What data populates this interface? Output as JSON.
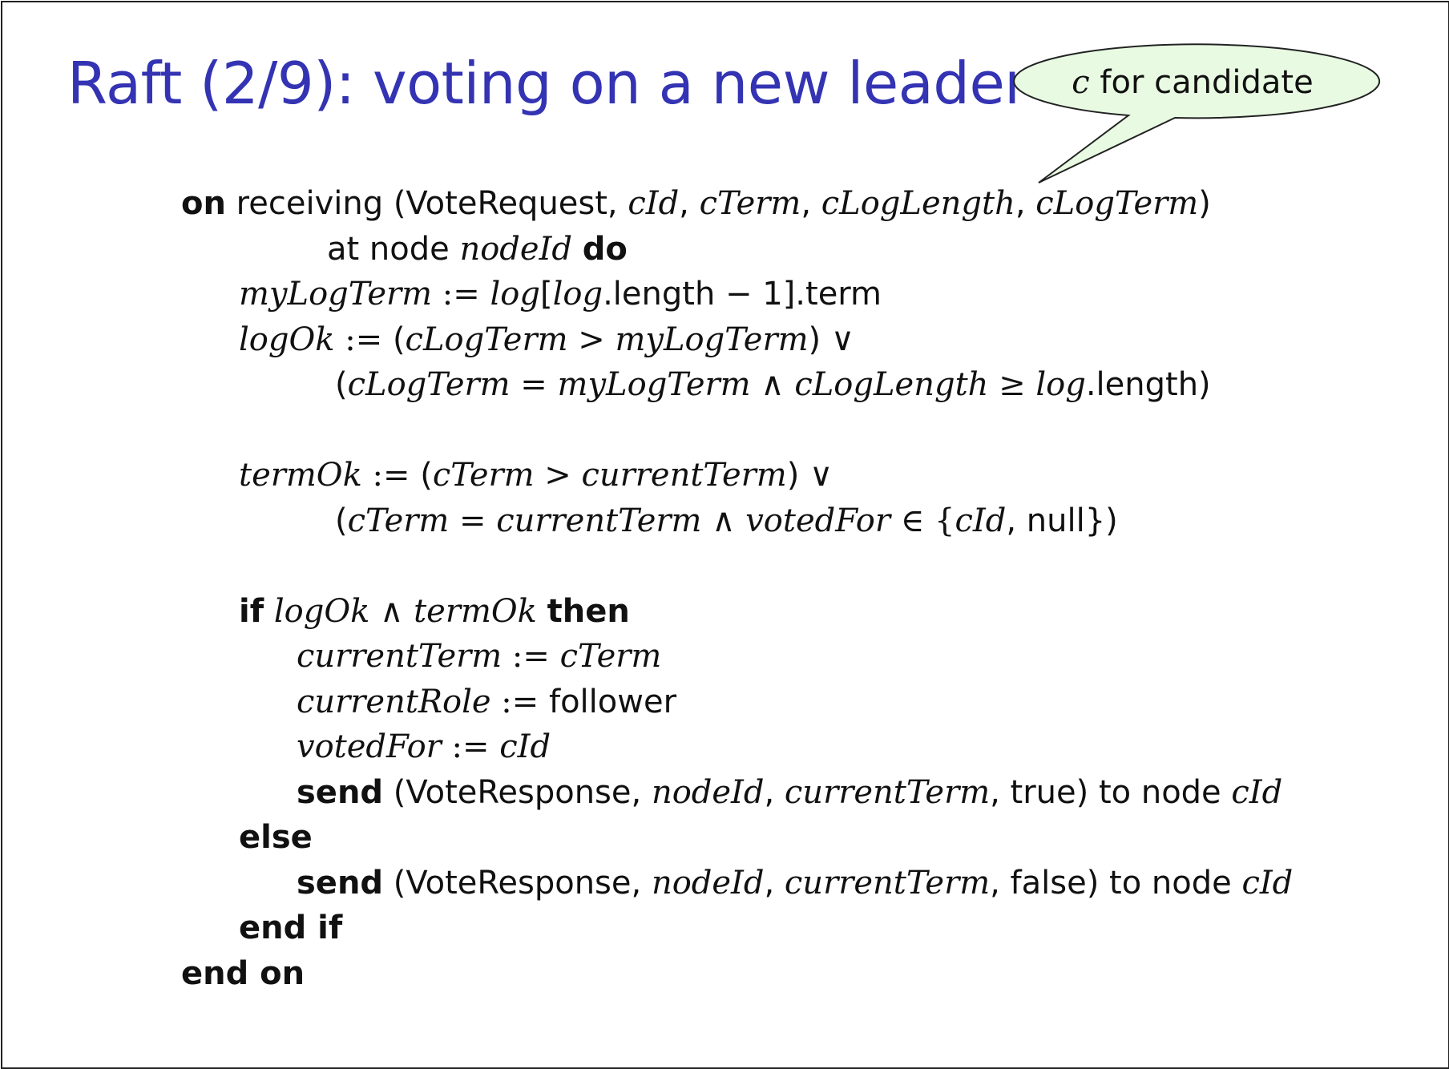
{
  "title": "Raft (2/9): voting on a new leader",
  "bubble": {
    "var": "c",
    "text": " for candidate",
    "fill": "#e8fbe2"
  },
  "code": {
    "on": "on",
    "receiving": " receiving (VoteRequest, ",
    "cId": "cId",
    "cTerm": "cTerm",
    "cLogLength": "cLogLength",
    "cLogTerm": "cLogTerm",
    "sep": ", ",
    "close": ")",
    "at_node": "at node ",
    "nodeId": "nodeId",
    "do": "do",
    "myLogTerm": "myLogTerm",
    "assign": " := ",
    "log": "log",
    "lbracket": "[",
    "length_minus": ".length − 1",
    "rbracket_term": "].term",
    "logOk": "logOk",
    "open": "(",
    "gt": " > ",
    "or": " ∨",
    "eq": " = ",
    "and": " ∧ ",
    "ge": " ≥ ",
    "length_close": ".length)",
    "termOk": "termOk",
    "currentTerm": "currentTerm",
    "votedFor": "votedFor",
    "in_set": " ∈ {",
    "null_close": ", null})",
    "if": "if",
    "then": "then",
    "currentRole": "currentRole",
    "follower": "follower",
    "send": "send",
    "vote_response": " (VoteResponse, ",
    "true_to_node": ", true) to node ",
    "false_to_node": ", false) to node ",
    "else": "else",
    "end_if": "end if",
    "end_on": "end on"
  }
}
